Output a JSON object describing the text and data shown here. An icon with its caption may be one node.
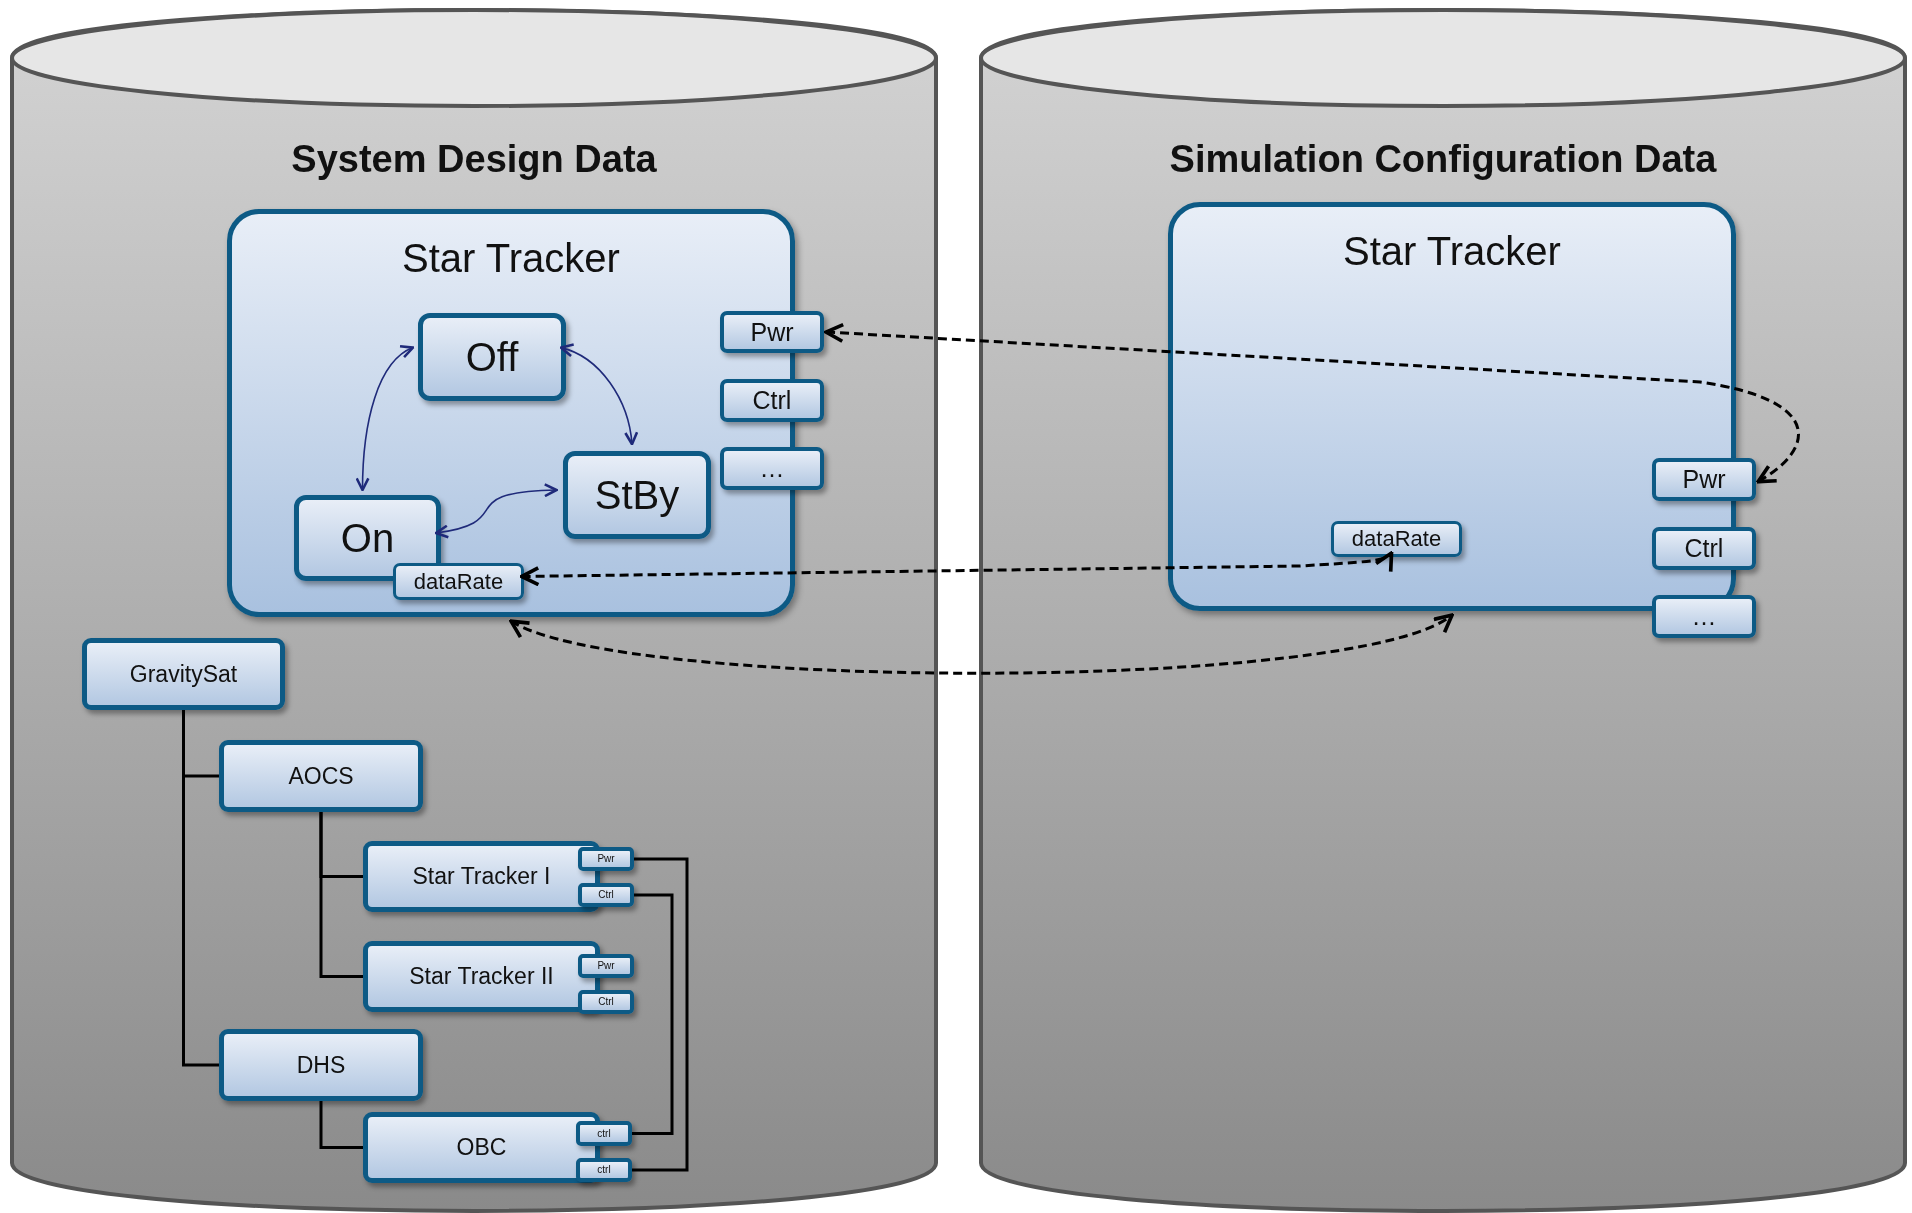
{
  "diagram": {
    "nodes": [
      {
        "text": [
          "System Design Data"
        ]
      },
      {
        "text": [
          "Simulation Configuration Data"
        ]
      },
      {
        "text": [
          "Star Tracker"
        ],
        "in": 0
      },
      {
        "text": [
          "Off"
        ],
        "in": 2
      },
      {
        "text": [
          "StBy"
        ],
        "in": 2
      },
      {
        "text": [
          "On"
        ],
        "in": 2
      },
      {
        "text": [
          "dataRate"
        ],
        "in": 2
      },
      {
        "text": [
          "Pwr"
        ],
        "in": 0
      },
      {
        "text": [
          "Ctrl"
        ],
        "in": 0
      },
      {
        "text": [
          "…"
        ],
        "in": 0
      },
      {
        "text": [
          "Star Tracker"
        ],
        "in": 1
      },
      {
        "text": [
          "dataRate"
        ],
        "in": 10
      },
      {
        "text": [
          "Pwr"
        ],
        "in": 1
      },
      {
        "text": [
          "Ctrl"
        ],
        "in": 1
      },
      {
        "text": [
          "…"
        ],
        "in": 1
      },
      {
        "text": [
          "GravitySat"
        ],
        "in": 0
      },
      {
        "text": [
          "AOCS"
        ],
        "in": 0
      },
      {
        "text": [
          "Star Tracker I"
        ],
        "in": 0
      },
      {
        "text": [
          "Star Tracker II"
        ],
        "in": 0
      },
      {
        "text": [
          "DHS"
        ],
        "in": 0
      },
      {
        "text": [
          "OBC"
        ],
        "in": 0
      },
      {
        "text": [
          "Pwr"
        ],
        "in": 0
      },
      {
        "text": [
          "Ctrl"
        ],
        "in": 0
      },
      {
        "text": [
          "Pwr"
        ],
        "in": 0
      },
      {
        "text": [
          "Ctrl"
        ],
        "in": 0
      },
      {
        "text": [
          "ctrl"
        ],
        "in": 0
      },
      {
        "text": [
          "ctrl"
        ],
        "in": 0
      }
    ],
    "edges": [
      {
        "from": 3,
        "to": 5,
        "arrow": "both",
        "color": "#1f2a7a"
      },
      {
        "from": 3,
        "to": 4,
        "arrow": "both",
        "color": "#1f2a7a"
      },
      {
        "from": 5,
        "to": 4,
        "arrow": "both",
        "color": "#1f2a7a"
      },
      {
        "from": 7,
        "to": 12,
        "arrow": "both",
        "style": "dashed"
      },
      {
        "from": 6,
        "to": 11,
        "arrow": "both",
        "style": "dashed"
      },
      {
        "from": 2,
        "to": 10,
        "arrow": "both",
        "style": "dashed"
      },
      {
        "from": 15,
        "to": 16,
        "arrow": "none"
      },
      {
        "from": 15,
        "to": 19,
        "arrow": "none"
      },
      {
        "from": 16,
        "to": 17,
        "arrow": "none"
      },
      {
        "from": 16,
        "to": 18,
        "arrow": "none"
      },
      {
        "from": 19,
        "to": 20,
        "arrow": "none"
      },
      {
        "from": 21,
        "to": 26,
        "arrow": "none"
      },
      {
        "from": 22,
        "to": 25,
        "arrow": "none"
      }
    ]
  }
}
